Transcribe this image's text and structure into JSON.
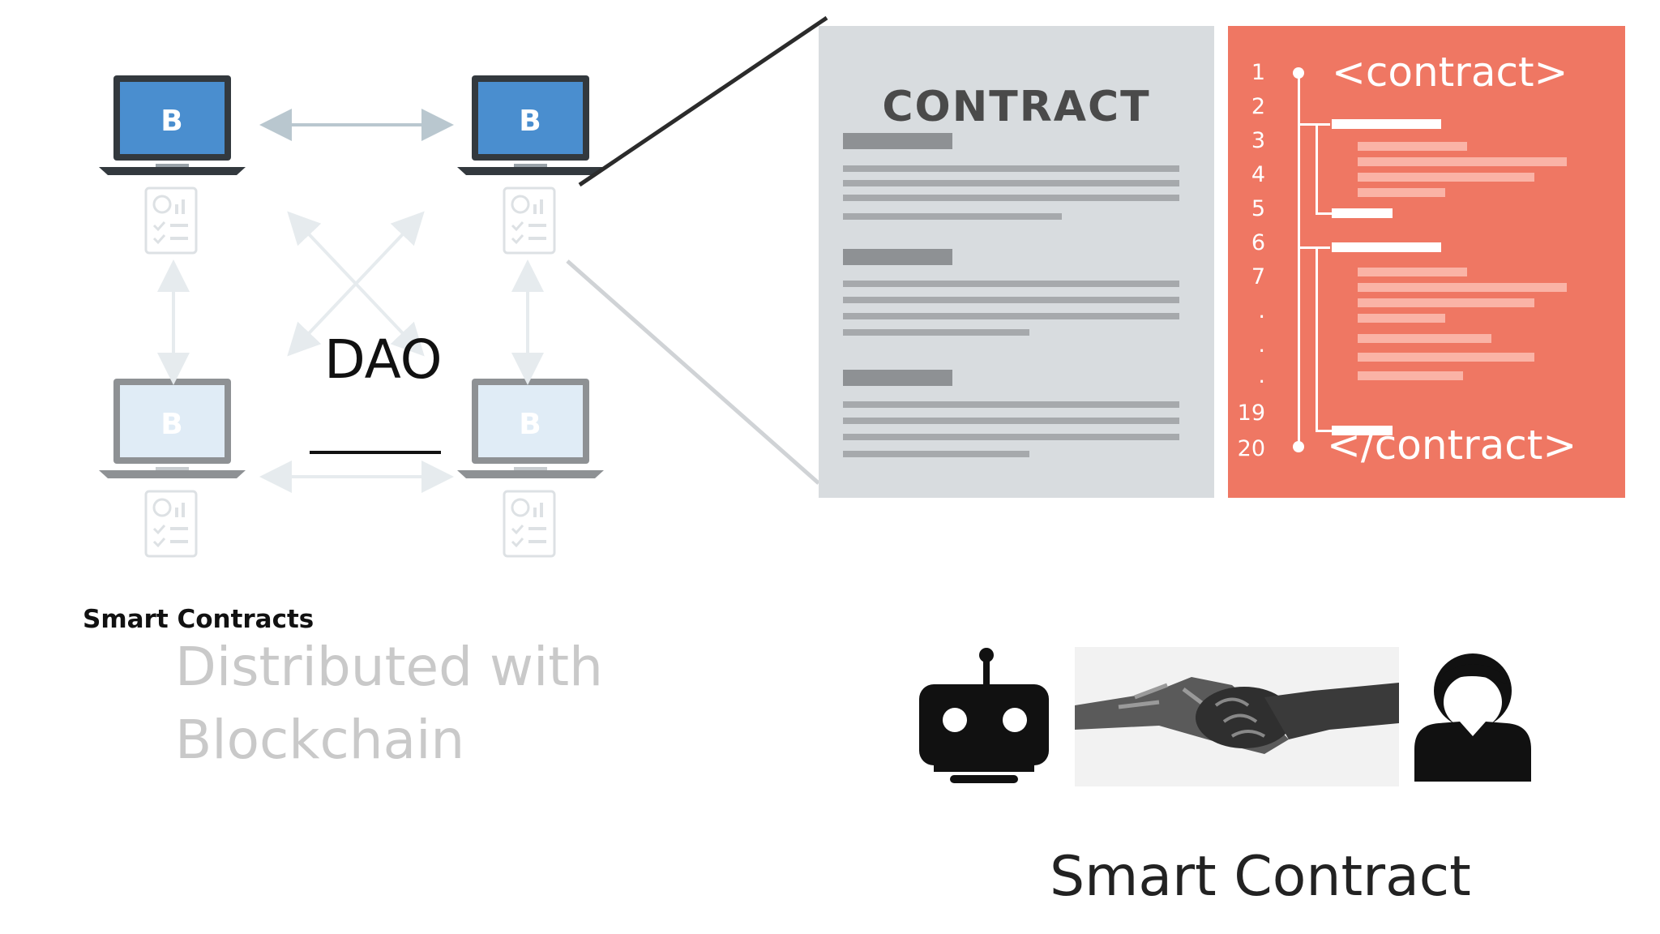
{
  "network": {
    "label": "DAO",
    "node_icon": "bitcoin-laptop-icon",
    "doc_icon": "ledger-document-icon"
  },
  "contract_document": {
    "title": "CONTRACT"
  },
  "code_listing": {
    "line_numbers": [
      "1",
      "2",
      "3",
      "4",
      "5",
      "6",
      "7",
      ".",
      ".",
      ".",
      "19",
      "20"
    ],
    "open_tag": "<contract>",
    "close_tag": "</contract>"
  },
  "captions": {
    "heading": "Smart Contracts",
    "subtitle": "Distributed with\nBlockchain",
    "bottom_title": "Smart Contract"
  },
  "icons": {
    "robot": "robot-icon",
    "handshake": "robot-human-handshake-image",
    "person": "person-icon"
  },
  "colors": {
    "laptop_screen": "#4a8ecf",
    "laptop_screen_faded": "#c7ddf0",
    "code_panel": "#ef7763",
    "paper": "#d8dcdf"
  }
}
